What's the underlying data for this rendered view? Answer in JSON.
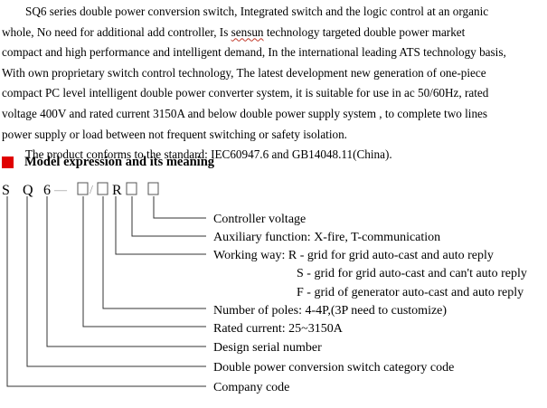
{
  "intro": {
    "lines": [
      "SQ6 series double power conversion switch, Integrated switch and the logic control at an organic",
      "whole, No need for additional add controller, Is sensun technology targeted double power market",
      "compact and high performance and intelligent demand, In the international leading ATS technology basis,",
      "With own proprietary switch control technology, The latest development new generation of one-piece",
      "compact PC level intelligent double power converter system, it is suitable for use in ac 50/60Hz, rated",
      "voltage 400V and rated current 3150A and below double power supply system , to complete two lines",
      "power supply or load between not frequent switching or safety isolation."
    ],
    "standard_line": "The product conforms to the standard: IEC60947.6 and GB14048.11(China)."
  },
  "section": {
    "title": "Model expression and its meaning",
    "marker_color": "#e00000"
  },
  "model_code": {
    "letters": [
      "S",
      "Q",
      "6",
      "R"
    ],
    "separator_dash": "—",
    "separator_slash": "/"
  },
  "labels": {
    "controller_voltage": "Controller voltage",
    "auxiliary_function": "Auxiliary function:  X-fire, T-communication",
    "working_way_r": "Working way: R - grid for grid auto-cast and auto reply",
    "working_way_s": "S - grid for grid auto-cast and can't auto reply",
    "working_way_f": "F - grid of generator auto-cast and auto reply",
    "number_of_poles": "Number of poles:  4-4P,(3P need to customize)",
    "rated_current": "Rated current:  25~3150A",
    "design_serial": "Design serial number",
    "category_code": "Double power conversion switch category code",
    "company_code": "Company  code"
  }
}
